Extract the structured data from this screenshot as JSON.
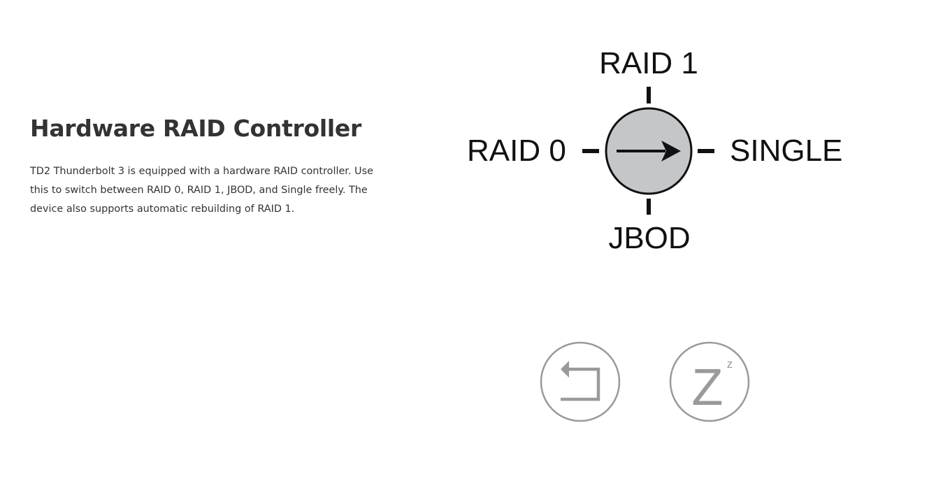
{
  "section": {
    "title": "Hardware RAID Controller",
    "description": "TD2 Thunderbolt 3 is equipped with a hardware RAID controller. Use this to switch between RAID 0, RAID 1, JBOD, and Single freely. The device also supports automatic rebuilding of RAID 1."
  },
  "dial": {
    "label_top": "RAID 1",
    "label_left": "RAID 0",
    "label_right": "SINGLE",
    "label_bottom": "JBOD",
    "selected": "SINGLE",
    "knob_color": "#c4c7c9"
  },
  "buttons": {
    "sleep_letter": "Z",
    "sleep_superscript": "z",
    "icon_color": "#9a9a9a"
  }
}
